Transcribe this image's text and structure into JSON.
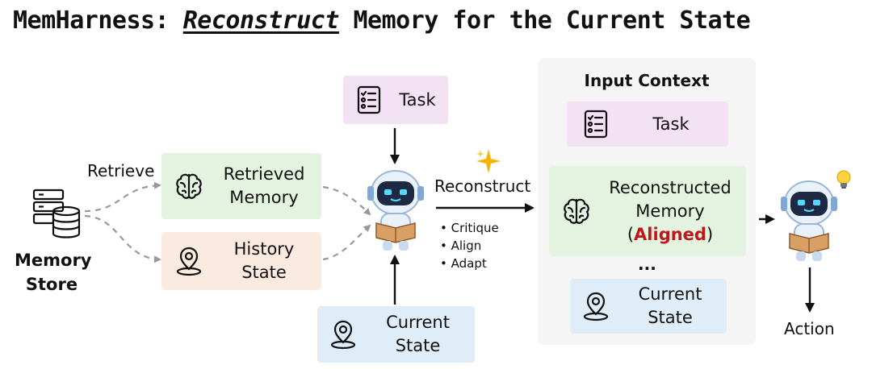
{
  "title": {
    "prefix": "MemHarness: ",
    "emph": "Reconstruct",
    "suffix": " Memory for the Current State"
  },
  "memory_store": {
    "line1": "Memory",
    "line2": "Store"
  },
  "retrieve_label": "Retrieve",
  "retrieved_memory": {
    "line1": "Retrieved",
    "line2": "Memory"
  },
  "history_state": {
    "line1": "History",
    "line2": "State"
  },
  "task_top": "Task",
  "current_state_bottom": {
    "line1": "Current",
    "line2": "State"
  },
  "reconstruct_label": "Reconstruct",
  "operations": [
    "Critique",
    "Align",
    "Adapt"
  ],
  "input_context": {
    "heading": "Input Context",
    "task": "Task",
    "reconstructed": {
      "line1": "Reconstructed",
      "line2": "Memory",
      "paren_open": "(",
      "aligned": "Aligned",
      "paren_close": ")"
    },
    "ellipsis": "...",
    "current_state": {
      "line1": "Current",
      "line2": "State"
    }
  },
  "action_label": "Action",
  "colors": {
    "task_bg": "#f3e1f4",
    "memory_bg": "#e3f3e0",
    "history_bg": "#faeadf",
    "state_bg": "#deedf7",
    "aligned_text": "#c0181a"
  },
  "icons": [
    "server-database-icon",
    "brain-icon",
    "location-pin-icon",
    "checklist-icon",
    "robot-agent-icon",
    "sparkle-icon",
    "lightbulb-icon"
  ]
}
